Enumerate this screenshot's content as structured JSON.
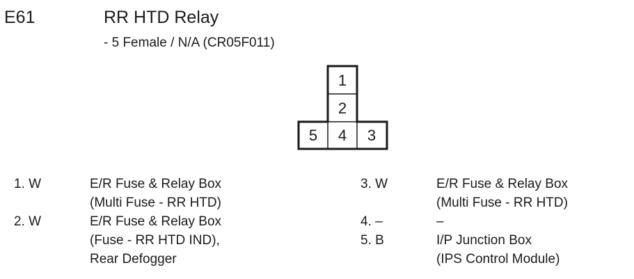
{
  "header": {
    "code": "E61",
    "title": "RR HTD Relay",
    "subtitle": "- 5 Female / N/A (CR05F011)"
  },
  "connector": {
    "pins": [
      "1",
      "2",
      "5",
      "4",
      "3"
    ]
  },
  "pins_left": [
    {
      "pin": "1. W",
      "lines": [
        "E/R Fuse & Relay Box",
        "(Multi Fuse - RR HTD)"
      ]
    },
    {
      "pin": "2. W",
      "lines": [
        "E/R Fuse & Relay Box",
        "(Fuse - RR HTD IND),",
        "Rear Defogger"
      ]
    }
  ],
  "pins_right": [
    {
      "pin": "3. W",
      "lines": [
        "E/R Fuse & Relay Box",
        "(Multi Fuse - RR HTD)"
      ]
    },
    {
      "pin": "4. –",
      "lines": [
        "–"
      ]
    },
    {
      "pin": "5. B",
      "lines": [
        "I/P Junction Box",
        "(IPS Control Module)"
      ]
    }
  ]
}
